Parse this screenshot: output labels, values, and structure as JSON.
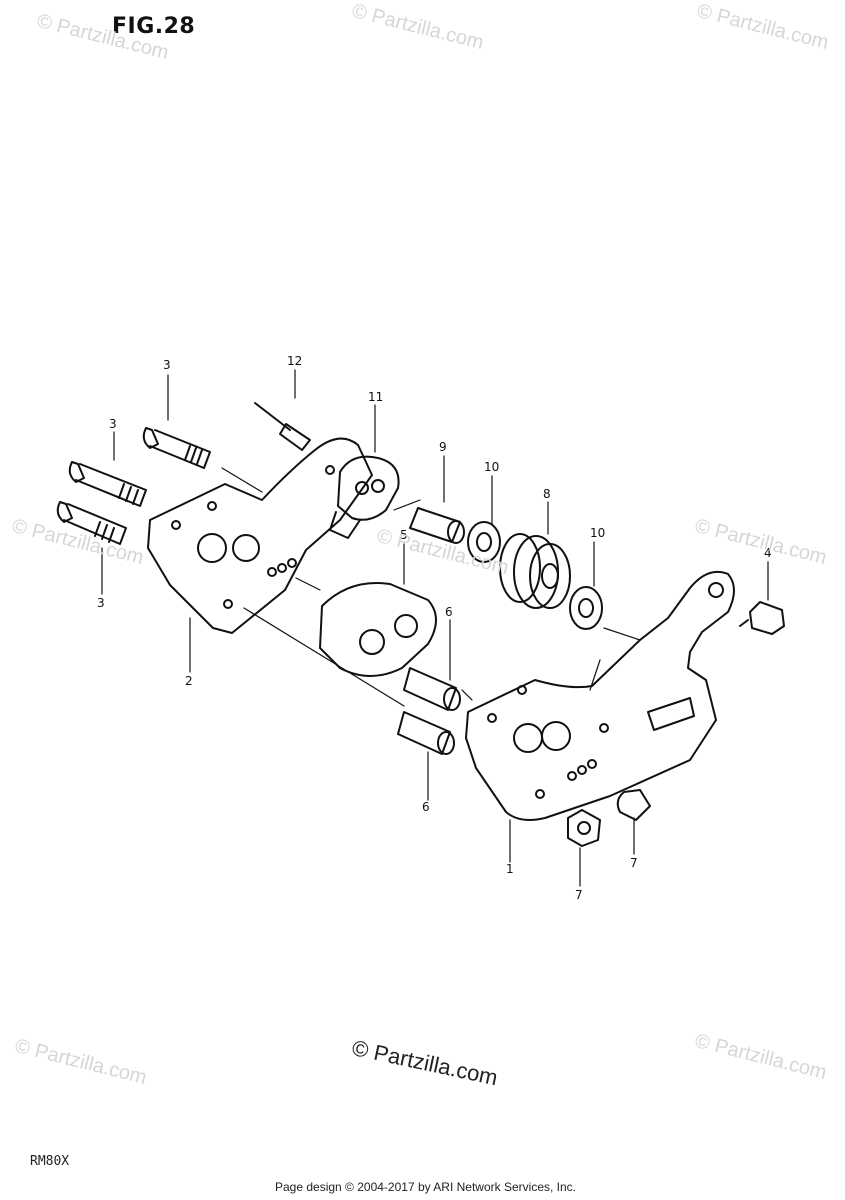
{
  "figure": {
    "title": "FIG.28",
    "model_code": "RM80X",
    "footer": "Page design © 2004-2017 by ARI Network Services, Inc.",
    "center_watermark": "© Partzilla.com",
    "watermark": "© Partzilla.com"
  },
  "callouts": [
    "1",
    "2",
    "3",
    "3",
    "3",
    "4",
    "5",
    "6",
    "6",
    "7",
    "7",
    "8",
    "9",
    "10",
    "10",
    "11",
    "12"
  ]
}
